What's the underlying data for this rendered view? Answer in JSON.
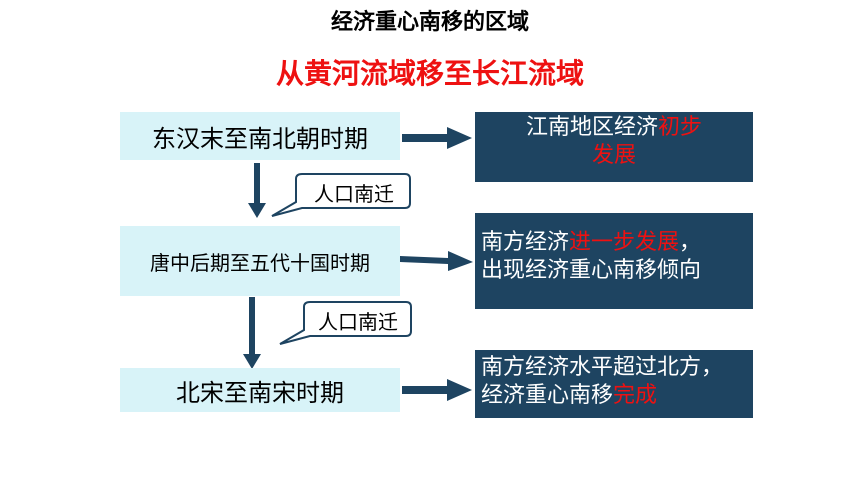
{
  "title": "经济重心南移的区域",
  "subtitle": "从黄河流域移至长江流域",
  "periods": [
    {
      "label": "东汉末至南北朝时期"
    },
    {
      "label": "唐中后期至五代十国时期"
    },
    {
      "label": "北宋至南宋时期"
    }
  ],
  "results": [
    {
      "line1_a": "江南地区经济",
      "line1_b": "初步",
      "line2_a": "",
      "line2_b": "发展"
    },
    {
      "line1_a": "南方经济",
      "line1_b": "进一步发展",
      "line1_c": "，",
      "line2_a": "出现经济重心南移倾向",
      "line2_b": ""
    },
    {
      "line1_a": "南方经济水平超过北方，",
      "line1_b": "",
      "line2_a": "经济重心南移",
      "line2_b": "完成"
    }
  ],
  "migrations": [
    "人口南迁",
    "人口南迁"
  ],
  "colors": {
    "accent_red": "#ee1111",
    "result_bg": "#1e4461",
    "period_bg": "#d8f3f8"
  }
}
